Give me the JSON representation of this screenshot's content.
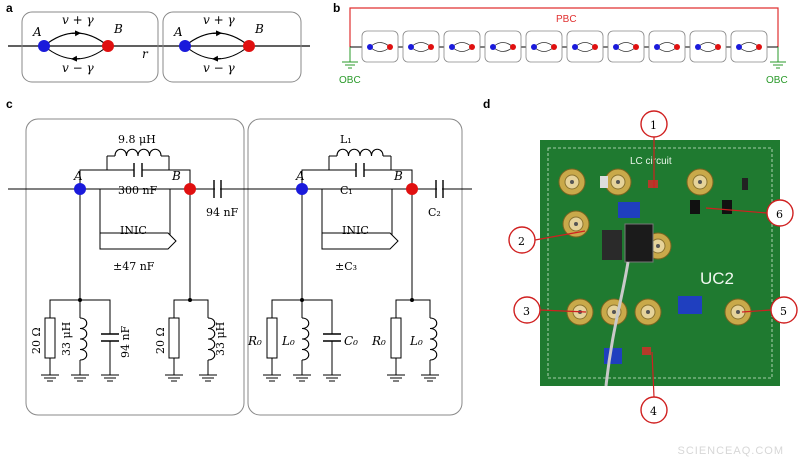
{
  "panels": {
    "a": {
      "letter": "a",
      "node_a": "A",
      "node_b": "B",
      "forward": "v + γ",
      "backward": "v − γ",
      "distance": "r"
    },
    "b": {
      "letter": "b",
      "pbc": "PBC",
      "obc_left": "OBC",
      "obc_right": "OBC",
      "cell_count": 10
    },
    "c": {
      "letter": "c",
      "left": {
        "node_a": "A",
        "node_b": "B",
        "inductor": "9.8 μH",
        "capacitor": "300 nF",
        "inic": "INIC",
        "inic_value": "±47 nF",
        "coupling": "94 nF",
        "r_a": "20 Ω",
        "l_a": "33 μH",
        "c_a": "94 nF",
        "r_b": "20 Ω",
        "l_b": "33 μH"
      },
      "right": {
        "node_a": "A",
        "node_b": "B",
        "inductor": "L₁",
        "capacitor": "C₁",
        "inic": "INIC",
        "inic_value": "±C₃",
        "coupling": "C₂",
        "r_a": "R₀",
        "l_a": "L₀",
        "c_a": "C₀",
        "r_b": "R₀",
        "l_b": "L₀"
      }
    },
    "d": {
      "letter": "d",
      "board_title": "UC2",
      "board_header": "LC circuit",
      "callouts": [
        "1",
        "2",
        "3",
        "4",
        "5",
        "6"
      ]
    }
  },
  "watermark": "SCIENCEAQ.COM",
  "colors": {
    "node_a": "#1a1adb",
    "node_b": "#e01010",
    "pbc": "#e03030",
    "obc": "#2a9a2a",
    "pcb": "#1f7a30",
    "callout": "#d02020"
  }
}
